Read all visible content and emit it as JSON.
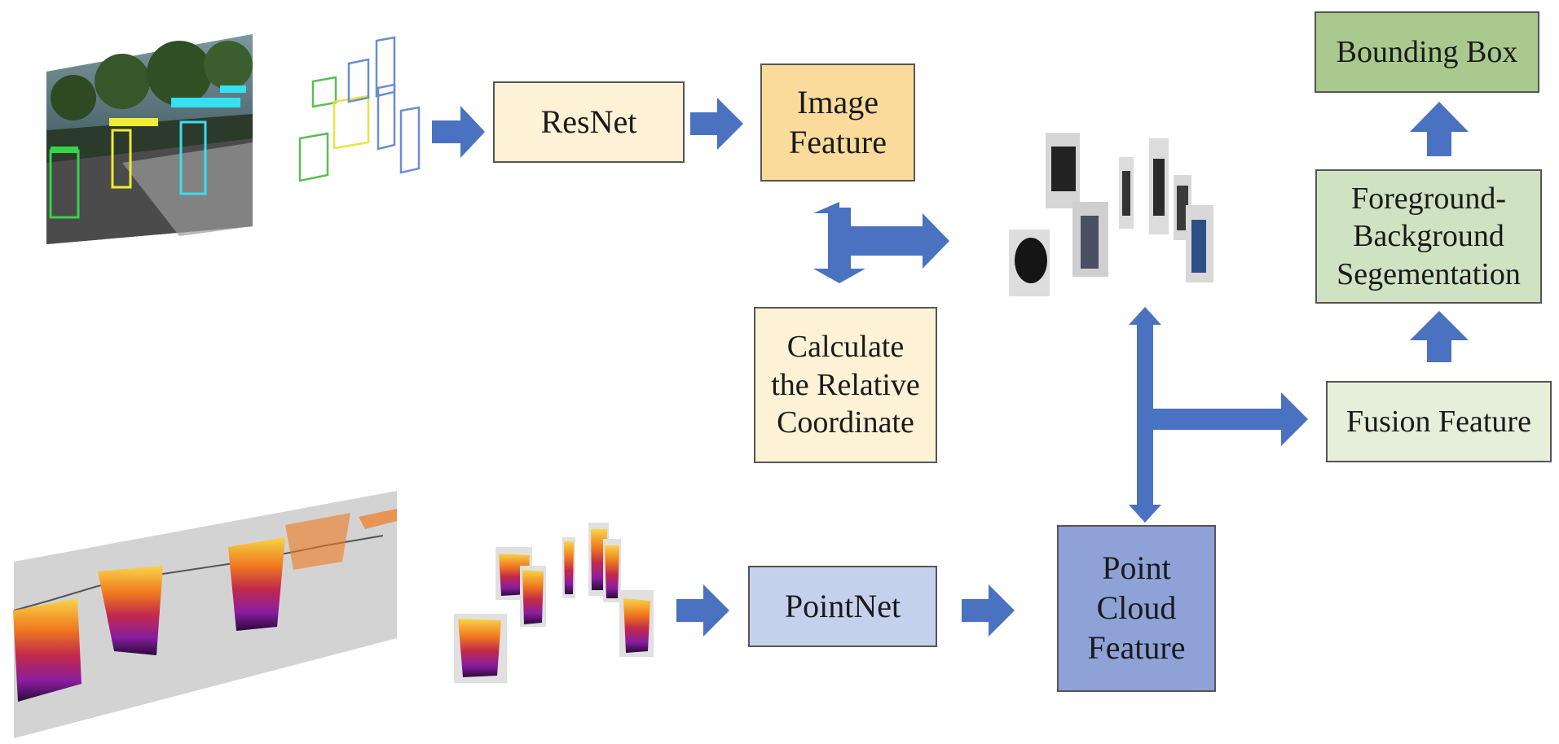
{
  "diagram": {
    "nodes": {
      "resnet": {
        "label": "ResNet"
      },
      "image_feature": {
        "lines": [
          "Image",
          "Feature"
        ]
      },
      "calc": {
        "lines": [
          "Calculate",
          "the Relative",
          "Coordinate"
        ]
      },
      "pointnet": {
        "label": "PointNet"
      },
      "pc_feature": {
        "lines": [
          "Point",
          "Cloud",
          "Feature"
        ]
      },
      "fusion": {
        "label": "Fusion Feature"
      },
      "segmentation": {
        "lines": [
          "Foreground-",
          "Background",
          "Segementation"
        ]
      },
      "bbox": {
        "label": "Bounding Box"
      }
    },
    "colors": {
      "resnet_fill": "#fdf1d6",
      "image_feature_fill": "#fbdb9b",
      "calc_fill": "#fdf1d6",
      "pointnet_fill": "#c5d1ec",
      "pc_feature_fill": "#8ea2d8",
      "fusion_fill": "#e6efda",
      "segmentation_fill": "#cfe2c2",
      "bbox_fill": "#a9c98e",
      "arrow": "#4a72c0"
    }
  }
}
